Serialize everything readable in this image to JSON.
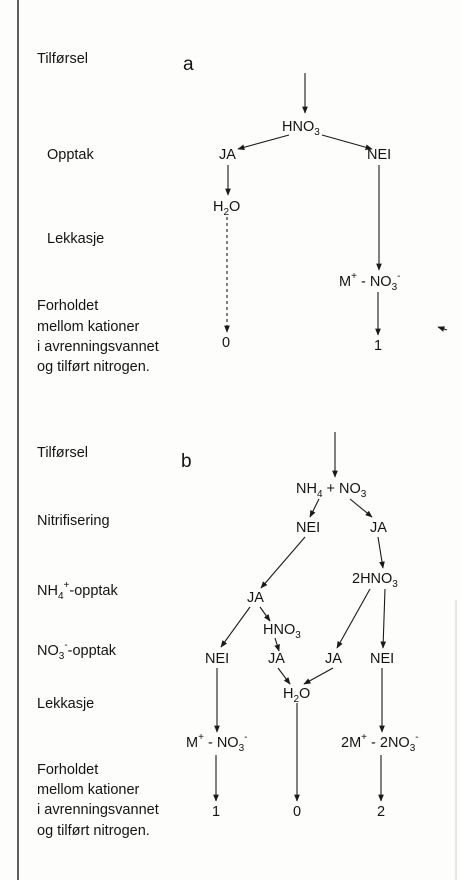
{
  "part_a": {
    "label": "a",
    "row_labels": {
      "supply": "Tilførsel",
      "uptake": "Opptak",
      "leakage": "Lekkasje",
      "ratio": [
        "Forholdet",
        "mellom kationer",
        "i avrenningsvannet",
        "og tilført nitrogen."
      ]
    },
    "nodes": {
      "nitric_acid": {
        "main": "HNO",
        "sub": "3"
      },
      "uptake_yes": "JA",
      "uptake_no": "NEI",
      "water": {
        "main": "H",
        "sub": "2",
        "tail": "O"
      },
      "nitrate_salt": {
        "cation": "M",
        "cation_charge": "+",
        "sep": " - ",
        "anion": "NO",
        "anion_sub": "3",
        "anion_charge": "-"
      },
      "ratio_yes": "0",
      "ratio_no": "1"
    }
  },
  "part_b": {
    "label": "b",
    "row_labels": {
      "supply": "Tilførsel",
      "nitrification": "Nitrifisering",
      "ammonium_uptake": {
        "main": "NH",
        "sub": "4",
        "charge": "+",
        "tail": "-opptak"
      },
      "nitrate_uptake": {
        "main": "NO",
        "sub": "3",
        "charge": "-",
        "tail": "-opptak"
      },
      "leakage": "Lekkasje",
      "ratio": [
        "Forholdet",
        "mellom kationer",
        "i avrenningsvannet",
        "og tilført nitrogen."
      ]
    },
    "nodes": {
      "ammonium_nitrate": {
        "a_main": "NH",
        "a_sub": "4",
        "plus": " + ",
        "b_main": "NO",
        "b_sub": "3"
      },
      "nitrification_no": "NEI",
      "nitrification_yes": "JA",
      "nitric_acid_double": {
        "main": "2HNO",
        "sub": "3"
      },
      "ammonium_uptake_yes": "JA",
      "nitric_acid": {
        "main": "HNO",
        "sub": "3"
      },
      "nitrate_uptake_no_left": "NEI",
      "nitrate_uptake_yes_left": "JA",
      "nitrate_uptake_yes_right": "JA",
      "nitrate_uptake_no_right": "NEI",
      "water": {
        "main": "H",
        "sub": "2",
        "tail": "O"
      },
      "nitrate_salt": {
        "cation": "M",
        "cation_charge": "+",
        "sep": " - ",
        "anion": "NO",
        "anion_sub": "3",
        "anion_charge": "-"
      },
      "nitrate_salt_double": {
        "cation": "2M",
        "cation_charge": "+",
        "sep": " - ",
        "anion": "2NO",
        "anion_sub": "3",
        "anion_charge": "-"
      },
      "ratio_left": "1",
      "ratio_mid": "0",
      "ratio_right": "2"
    }
  }
}
